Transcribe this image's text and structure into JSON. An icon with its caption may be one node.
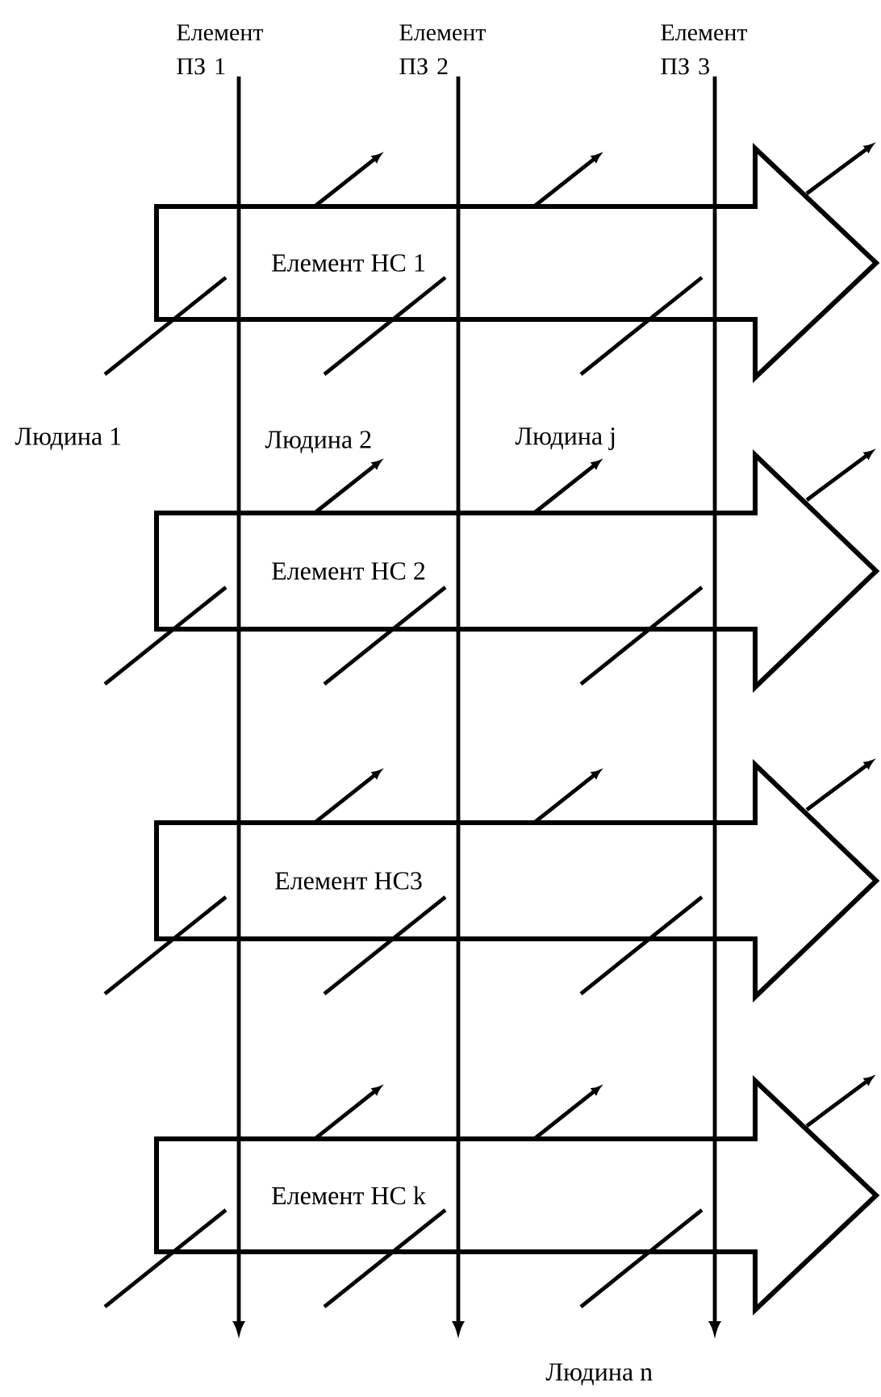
{
  "diagram": {
    "nodes": [
      {
        "text": [
          "Елемент НС 1"
        ]
      },
      {
        "text": [
          "Елемент НС 2"
        ]
      },
      {
        "text": [
          "Елемент НС3"
        ]
      },
      {
        "text": [
          "Елемент НС k"
        ]
      },
      {
        "text": [
          "Елемент ПЗ 1"
        ]
      },
      {
        "text": [
          "Елемент ПЗ 2"
        ]
      },
      {
        "text": [
          "Елемент ПЗ 3"
        ]
      }
    ],
    "edges": [
      {
        "from": 4,
        "to": null,
        "arrow": "to"
      },
      {
        "from": 5,
        "to": null,
        "arrow": "to"
      },
      {
        "from": 6,
        "to": null,
        "arrow": "to"
      }
    ],
    "labels": [
      "Людина 1",
      "Людина 2",
      "Людина j",
      "Людина n"
    ]
  }
}
